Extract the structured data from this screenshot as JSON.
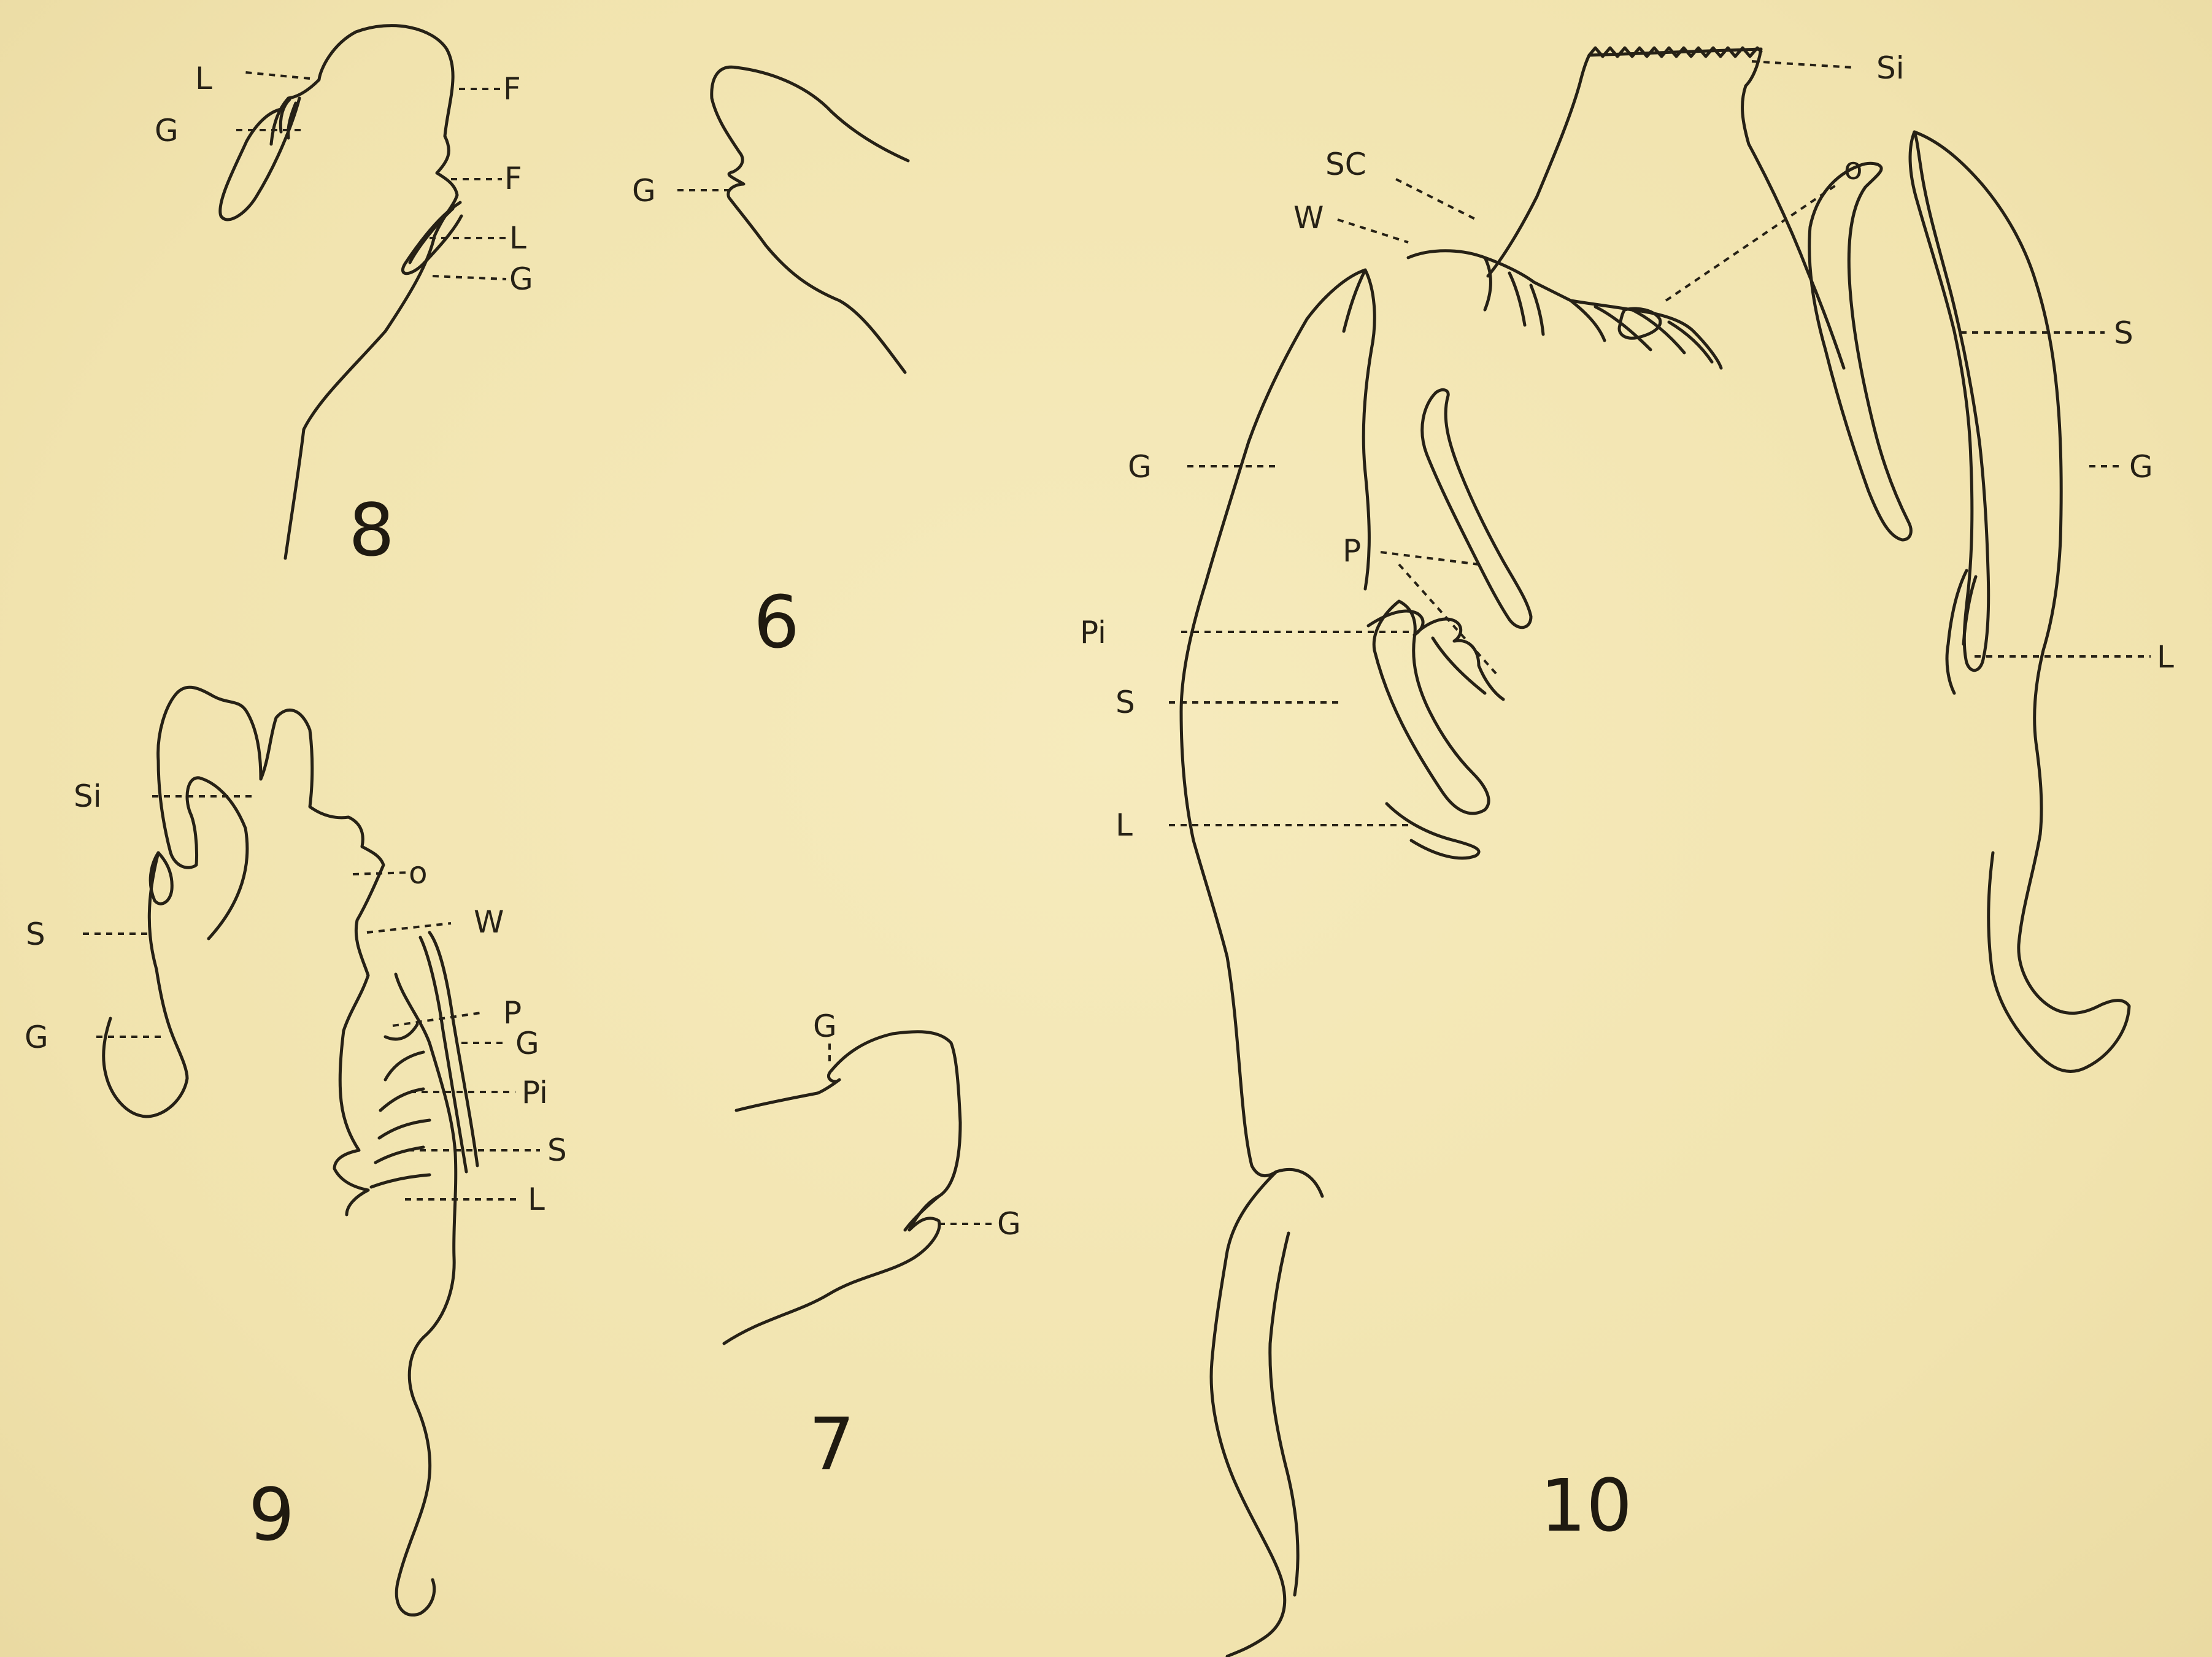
{
  "figures": [
    {
      "id": "fig8",
      "number": "8",
      "labels": {
        "l_top": "L",
        "g_top": "G",
        "f_top": "F",
        "f_mid": "F",
        "l_mid": "L",
        "g_mid": "G"
      }
    },
    {
      "id": "fig6",
      "number": "6",
      "labels": {
        "g": "G"
      }
    },
    {
      "id": "fig9",
      "number": "9",
      "labels": {
        "si": "Si",
        "o": "o",
        "w": "W",
        "s_left": "S",
        "g_left": "G",
        "p": "P",
        "g_right": "G",
        "pi": "Pi",
        "s_right": "S",
        "l": "L"
      }
    },
    {
      "id": "fig7",
      "number": "7",
      "labels": {
        "g_top": "G",
        "g_right": "G"
      }
    },
    {
      "id": "fig10",
      "number": "10",
      "labels": {
        "si": "Si",
        "sc": "SC",
        "w": "W",
        "o": "o",
        "g_left": "G",
        "p": "P",
        "pi": "Pi",
        "s_left": "S",
        "l_left": "L",
        "s_right": "S",
        "g_right": "G",
        "l_right": "L"
      }
    }
  ],
  "colors": {
    "paper": "#f3e6b4",
    "ink": "#262116"
  }
}
